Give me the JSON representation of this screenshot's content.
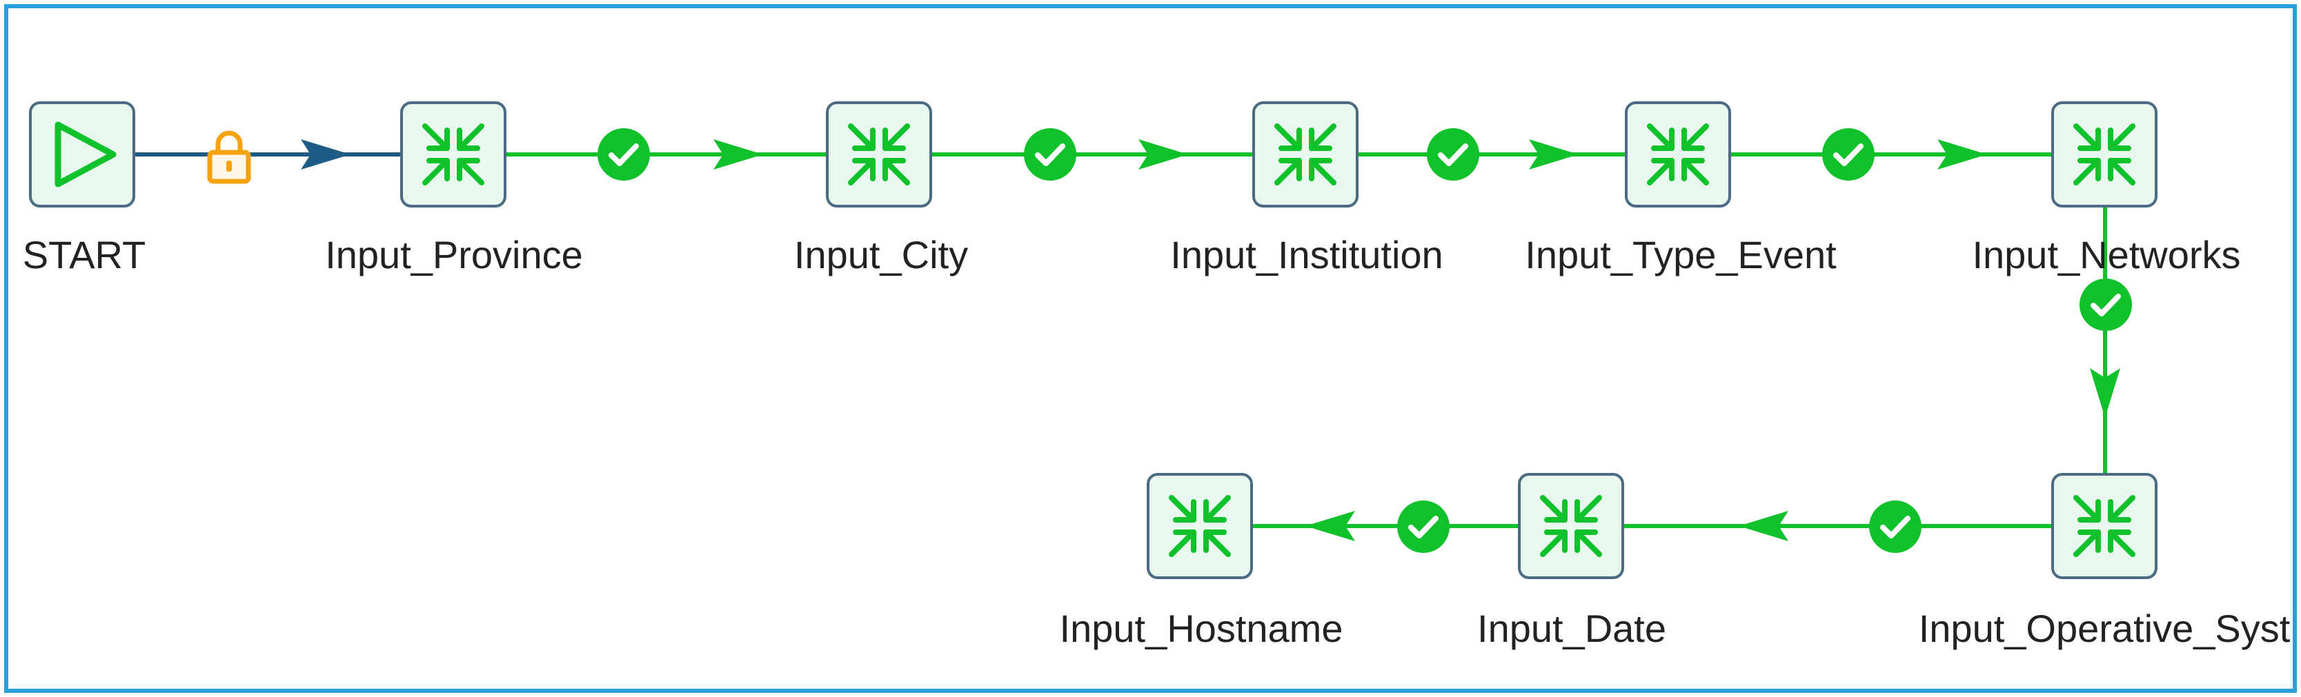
{
  "diagram": {
    "type": "workflow",
    "nodes": [
      {
        "id": "start",
        "label": "START",
        "icon": "play-icon"
      },
      {
        "id": "province",
        "label": "Input_Province",
        "icon": "merge-arrows-icon"
      },
      {
        "id": "city",
        "label": "Input_City",
        "icon": "merge-arrows-icon"
      },
      {
        "id": "institution",
        "label": "Input_Institution",
        "icon": "merge-arrows-icon"
      },
      {
        "id": "type_event",
        "label": "Input_Type_Event",
        "icon": "merge-arrows-icon"
      },
      {
        "id": "networks",
        "label": "Input_Networks",
        "icon": "merge-arrows-icon"
      },
      {
        "id": "operative_syst",
        "label": "Input_Operative_Syst",
        "icon": "merge-arrows-icon"
      },
      {
        "id": "date",
        "label": "Input_Date",
        "icon": "merge-arrows-icon"
      },
      {
        "id": "hostname",
        "label": "Input_Hostname",
        "icon": "merge-arrows-icon"
      }
    ],
    "hops": [
      {
        "from": "start",
        "to": "province",
        "status": "unconditional",
        "icon": "lock-icon"
      },
      {
        "from": "province",
        "to": "city",
        "status": "success",
        "icon": "check-circle-icon"
      },
      {
        "from": "city",
        "to": "institution",
        "status": "success",
        "icon": "check-circle-icon"
      },
      {
        "from": "institution",
        "to": "type_event",
        "status": "success",
        "icon": "check-circle-icon"
      },
      {
        "from": "type_event",
        "to": "networks",
        "status": "success",
        "icon": "check-circle-icon"
      },
      {
        "from": "networks",
        "to": "operative_syst",
        "status": "success",
        "icon": "check-circle-icon"
      },
      {
        "from": "operative_syst",
        "to": "date",
        "status": "success",
        "icon": "check-circle-icon"
      },
      {
        "from": "date",
        "to": "hostname",
        "status": "success",
        "icon": "check-circle-icon"
      }
    ]
  },
  "colors": {
    "frame_border": "#2a9fdc",
    "node_border": "#4a6b82",
    "node_fill": "#e9f8ef",
    "success_green": "#0fc12a",
    "start_hop": "#1d5a84",
    "lock_orange": "#f5a20c",
    "label_text": "#222222"
  }
}
